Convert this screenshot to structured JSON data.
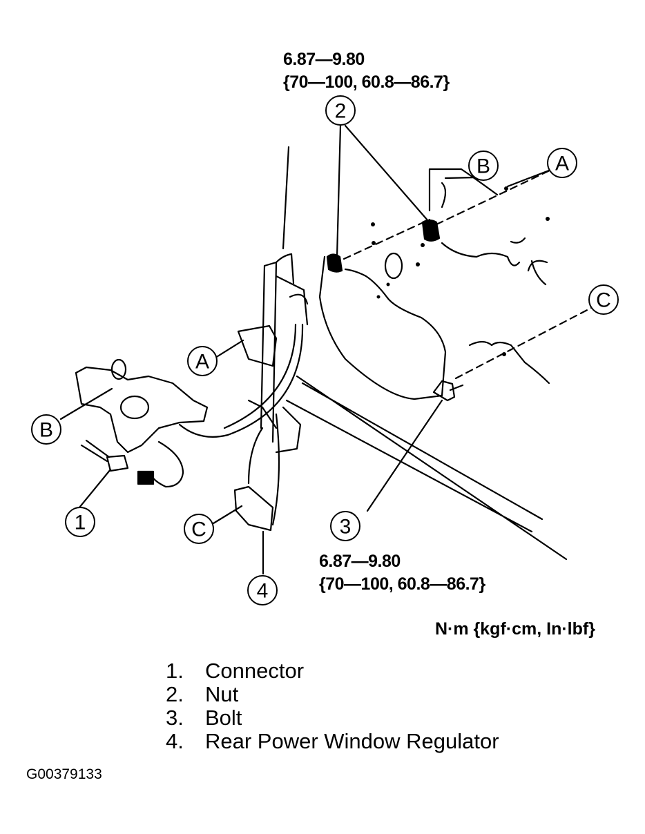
{
  "torque_top": {
    "line1": "6.87—9.80",
    "line2": "{70—100, 60.8—86.7}"
  },
  "torque_bottom": {
    "line1": "6.87—9.80",
    "line2": "{70—100, 60.8—86.7}"
  },
  "units_label": "N·m {kgf·cm, In·lbf}",
  "callouts": {
    "n1": "1",
    "n2": "2",
    "n3": "3",
    "n4": "4",
    "a": "A",
    "b": "B",
    "c": "C"
  },
  "legend": [
    {
      "num": "1.",
      "label": "Connector"
    },
    {
      "num": "2.",
      "label": "Nut"
    },
    {
      "num": "3.",
      "label": "Bolt"
    },
    {
      "num": "4.",
      "label": "Rear Power Window Regulator"
    }
  ],
  "figure_id": "G00379133"
}
